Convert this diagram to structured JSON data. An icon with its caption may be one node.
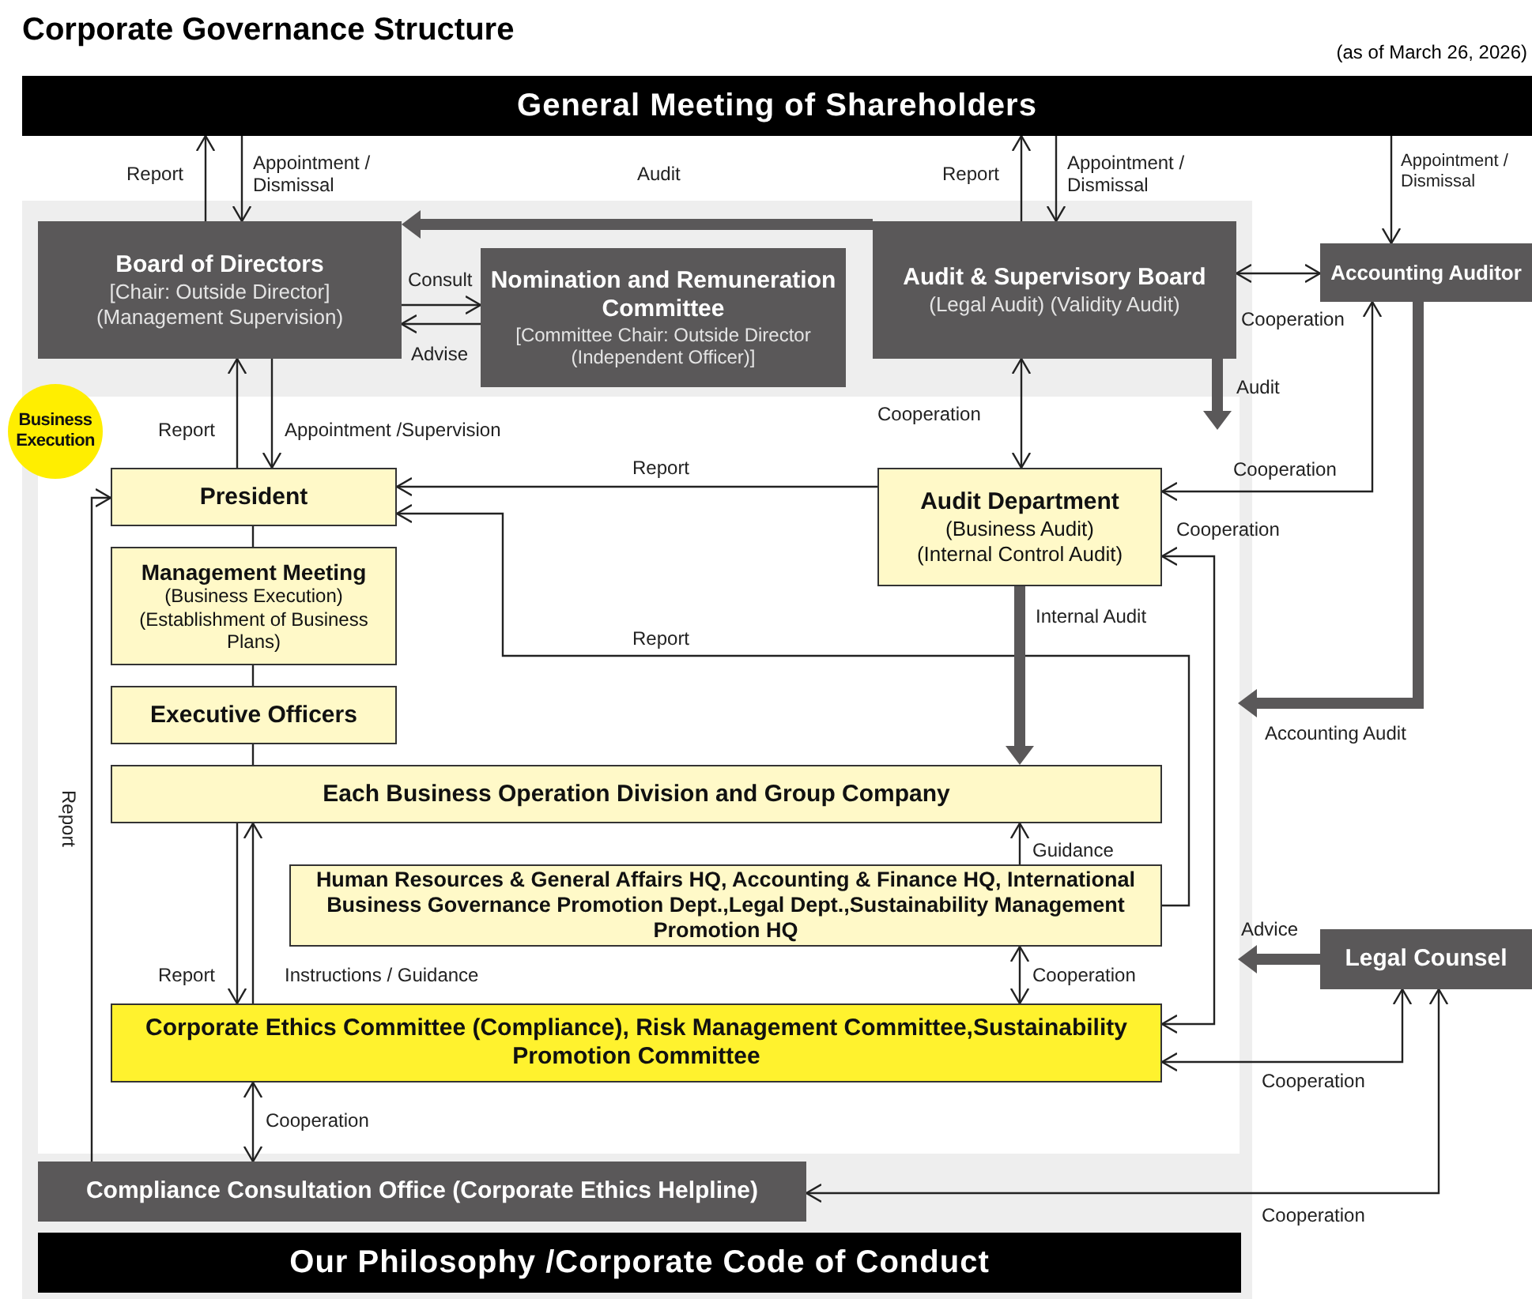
{
  "diagram": {
    "title": "Corporate Governance Structure",
    "nodes": [
      {
        "text": [
          "General Meeting of Shareholders"
        ],
        "beside": [
          "(as of March 26, 2026)"
        ]
      },
      {
        "text": [
          "Board of Directors",
          "[Chair: Outside Director]",
          "(Management Supervision)"
        ]
      },
      {
        "text": [
          "Nomination and Remuneration Committee",
          "[Committee Chair: Outside Director (Independent Officer)]"
        ]
      },
      {
        "text": [
          "Audit & Supervisory Board",
          "(Legal Audit) (Validity Audit)"
        ]
      },
      {
        "text": [
          "Accounting Auditor"
        ]
      },
      {
        "text": [
          "Business Execution"
        ]
      },
      {
        "text": [
          "President"
        ]
      },
      {
        "text": [
          "Audit Department",
          "(Business Audit)",
          "(Internal Control Audit)"
        ]
      },
      {
        "text": [
          "Management Meeting",
          "(Business Execution)",
          "(Establishment of Business Plans)"
        ]
      },
      {
        "text": [
          "Executive Officers"
        ]
      },
      {
        "text": [
          "Each Business Operation Division and Group Company"
        ]
      },
      {
        "text": [
          "Human Resources & General Affairs HQ, Accounting & Finance HQ, International Business Governance Promotion Dept.,Legal Dept.,Sustainability Management Promotion HQ"
        ]
      },
      {
        "text": [
          "Legal Counsel"
        ]
      },
      {
        "text": [
          "Corporate Ethics Committee (Compliance), Risk Management Committee,Sustainability Promotion Committee"
        ]
      },
      {
        "text": [
          "Compliance Consultation Office (Corporate Ethics Helpline)"
        ]
      },
      {
        "text": [
          "Our Philosophy /Corporate Code of Conduct"
        ]
      }
    ],
    "edges": [
      {
        "from": 1,
        "to": 0,
        "arrow": "to",
        "label": "Report"
      },
      {
        "from": 0,
        "to": 1,
        "arrow": "to",
        "label": "Appointment / Dismissal"
      },
      {
        "from": 3,
        "to": 1,
        "arrow": "to",
        "label": "Audit",
        "style": "thick",
        "color": "#5a5859"
      },
      {
        "from": 1,
        "to": 2,
        "arrow": "to",
        "label": "Consult"
      },
      {
        "from": 2,
        "to": 1,
        "arrow": "to",
        "label": "Advise"
      },
      {
        "from": 3,
        "to": 0,
        "arrow": "to",
        "label": "Report"
      },
      {
        "from": 0,
        "to": 3,
        "arrow": "to",
        "label": "Appointment / Dismissal"
      },
      {
        "from": 0,
        "to": 4,
        "arrow": "to",
        "label": "Appointment / Dismissal"
      },
      {
        "from": 3,
        "to": 4,
        "arrow": "both",
        "label": "Cooperation"
      },
      {
        "from": 3,
        "to": null,
        "arrow": "to",
        "label": "Audit",
        "style": "thick",
        "color": "#5a5859"
      },
      {
        "from": 3,
        "to": 7,
        "arrow": "both",
        "label": "Cooperation"
      },
      {
        "from": 1,
        "to": 6,
        "arrow": "to",
        "label": "Appointment /Supervision"
      },
      {
        "from": 6,
        "to": 1,
        "arrow": "to",
        "label": "Report"
      },
      {
        "from": 7,
        "to": 6,
        "arrow": "to",
        "label": "Report"
      },
      {
        "from": 4,
        "to": 7,
        "arrow": "both",
        "label": "Cooperation"
      },
      {
        "from": 4,
        "to": null,
        "arrow": "to",
        "label": "Accounting Audit",
        "style": "thick",
        "color": "#5a5859"
      },
      {
        "from": 7,
        "to": 13,
        "arrow": "both",
        "label": "Cooperation"
      },
      {
        "from": 11,
        "to": 6,
        "arrow": "to",
        "label": "Report"
      },
      {
        "from": 7,
        "to": 10,
        "arrow": "to",
        "label": "Internal Audit",
        "style": "thick",
        "color": "#5a5859"
      },
      {
        "from": 11,
        "to": 10,
        "arrow": "to",
        "label": "Guidance"
      },
      {
        "from": 11,
        "to": 13,
        "arrow": "both",
        "label": "Cooperation"
      },
      {
        "from": 10,
        "to": 13,
        "arrow": "to",
        "label": "Report"
      },
      {
        "from": 13,
        "to": 10,
        "arrow": "to",
        "label": "Instructions / Guidance"
      },
      {
        "from": 12,
        "to": null,
        "arrow": "to",
        "label": "Advice",
        "style": "thick",
        "color": "#5a5859"
      },
      {
        "from": 12,
        "to": 13,
        "arrow": "both",
        "label": "Cooperation"
      },
      {
        "from": 12,
        "to": 14,
        "arrow": "both",
        "label": "Cooperation"
      },
      {
        "from": 13,
        "to": 14,
        "arrow": "both",
        "label": "Cooperation"
      },
      {
        "from": 14,
        "to": 6,
        "arrow": "to",
        "label": "Report"
      },
      {
        "from": 6,
        "to": 8,
        "arrow": "none"
      },
      {
        "from": 8,
        "to": 9,
        "arrow": "none"
      },
      {
        "from": 9,
        "to": 10,
        "arrow": "none"
      }
    ]
  }
}
